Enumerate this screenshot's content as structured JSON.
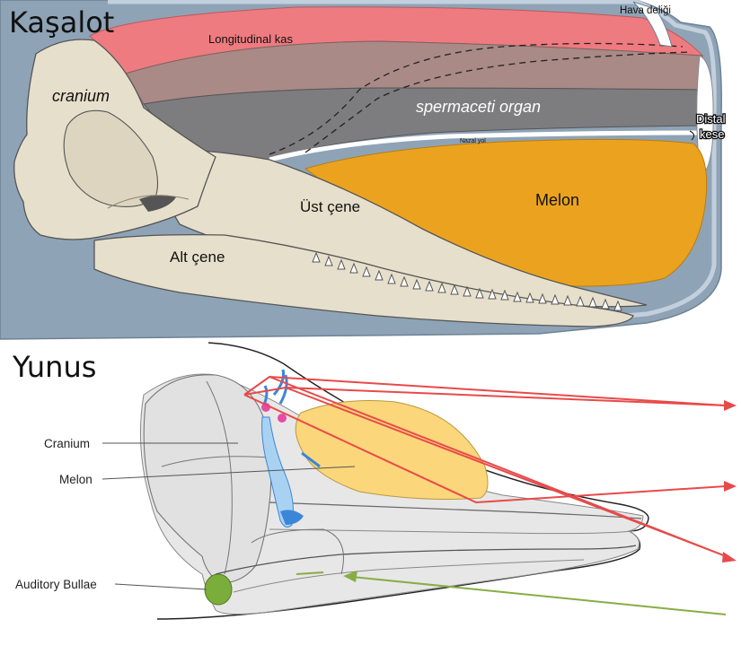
{
  "sperm_whale": {
    "title": "Kaşalot",
    "labels": {
      "blowhole": "Hava deliği",
      "longitudinal_muscle": "Longitudinal kas",
      "cranium": "cranium",
      "spermaceti_organ": "spermaceti organ",
      "distal_sac_line1": "Distal",
      "distal_sac_line2": "kese",
      "nasal_passage": "Nazal yol",
      "upper_jaw": "Üst çene",
      "melon": "Melon",
      "lower_jaw": "Alt çene"
    }
  },
  "dolphin": {
    "title": "Yunus",
    "labels": {
      "cranium": "Cranium",
      "melon": "Melon",
      "auditory_bullae": "Auditory Bullae"
    }
  },
  "colors": {
    "body_blue_gray": "#8fa3b6",
    "skin_edge": "#c2cfdc",
    "muscle_red": "#ee7b80",
    "junk_brown": "#a98a87",
    "spermaceti_gray": "#7d7d7f",
    "bone": "#e6dfcb",
    "melon_orange": "#eba31f",
    "dolphin_melon": "#fbd67a",
    "dolphin_skull": "#e7e7e7",
    "sound_red": "#e84a4a",
    "sound_green": "#88ad44",
    "nasal_blue": "#3b86d9",
    "bullae_green": "#7aad3a"
  }
}
